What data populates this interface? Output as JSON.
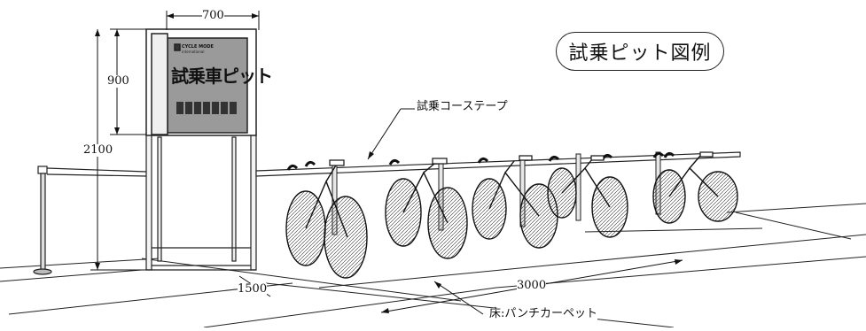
{
  "title": "試乗ピット図例",
  "sign": {
    "logo_text": "CYCLE MODE",
    "logo_sub": "international",
    "heading": "試乗車ピット"
  },
  "dimensions": {
    "sign_width": "700",
    "sign_height": "900",
    "total_height": "2100",
    "pit_depth": "1500",
    "pit_length": "3000"
  },
  "callouts": {
    "tape": "試乗コーステープ",
    "floor": "床:パンチカーペット"
  }
}
